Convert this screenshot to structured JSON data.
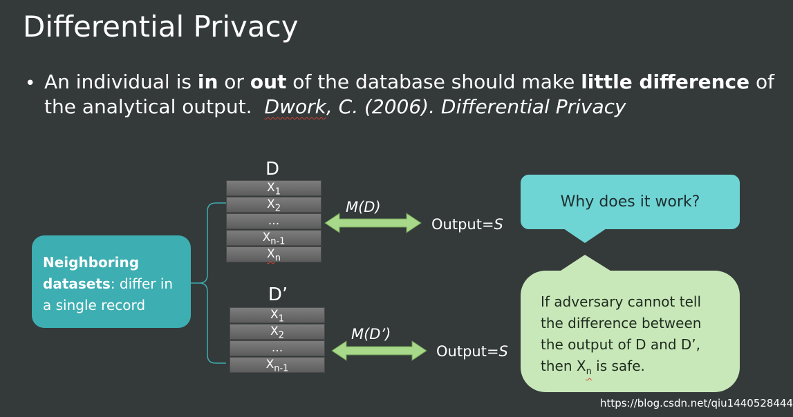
{
  "title": "Differential Privacy",
  "bullet": {
    "p1": "An individual is ",
    "in": "in",
    "p2": " or ",
    "out": "out",
    "p3": " of the database should make ",
    "little": "little difference",
    "p4": " of the analytical output.",
    "cite_author": "Dwork",
    "cite_rest": ", C. (2006). Differential Privacy"
  },
  "neighbor": {
    "bold": "Neighboring datasets",
    "rest": ": differ in a single record"
  },
  "db1": {
    "label": "D",
    "rows": [
      {
        "x": "X",
        "sub": "1"
      },
      {
        "x": "X",
        "sub": "2"
      },
      {
        "x": "...",
        "sub": ""
      },
      {
        "x": "X",
        "sub": "n-1"
      },
      {
        "x": "X",
        "sub": "n"
      }
    ],
    "mechanism": "M(D)",
    "output": "Output=",
    "output_var": "S"
  },
  "db2": {
    "label": "D’",
    "rows": [
      {
        "x": "X",
        "sub": "1"
      },
      {
        "x": "X",
        "sub": "2"
      },
      {
        "x": "...",
        "sub": ""
      },
      {
        "x": "X",
        "sub": "n-1"
      }
    ],
    "mechanism": "M(D’)",
    "output": "Output=",
    "output_var": "S"
  },
  "why": "Why does it work?",
  "answer": {
    "p1": "If adversary cannot tell the difference between the output of D and D’, then X",
    "sub": "n",
    "p2": " is safe."
  },
  "watermark": "https://blog.csdn.net/qiu1440528444",
  "colors": {
    "background": "#34393a",
    "teal_box": "#3daeb2",
    "why_box": "#6fd4d4",
    "answer_box": "#c8e8b9",
    "arrow": "#a8d88a"
  }
}
